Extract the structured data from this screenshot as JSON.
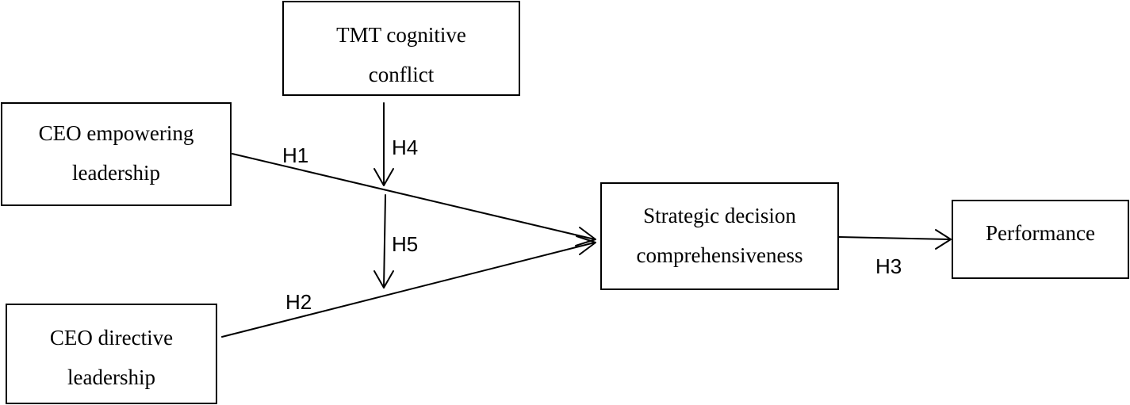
{
  "nodes": {
    "tmt": {
      "line1": "TMT cognitive",
      "line2": "conflict"
    },
    "empowering": {
      "line1": "CEO empowering",
      "line2": "leadership"
    },
    "directive": {
      "line1": "CEO directive",
      "line2": "leadership"
    },
    "strategic": {
      "line1": "Strategic decision",
      "line2": "comprehensiveness"
    },
    "performance": {
      "line1": "Performance"
    }
  },
  "hypotheses": {
    "h1": "H1",
    "h2": "H2",
    "h3": "H3",
    "h4": "H4",
    "h5": "H5"
  },
  "edges": [
    {
      "from": "CEO empowering leadership",
      "to": "Strategic decision comprehensiveness",
      "label": "H1"
    },
    {
      "from": "CEO directive leadership",
      "to": "Strategic decision comprehensiveness",
      "label": "H2"
    },
    {
      "from": "Strategic decision comprehensiveness",
      "to": "Performance",
      "label": "H3"
    },
    {
      "from": "TMT cognitive conflict",
      "to": "H1 path",
      "label": "H4"
    },
    {
      "from": "TMT cognitive conflict",
      "to": "H2 path",
      "label": "H5"
    }
  ]
}
